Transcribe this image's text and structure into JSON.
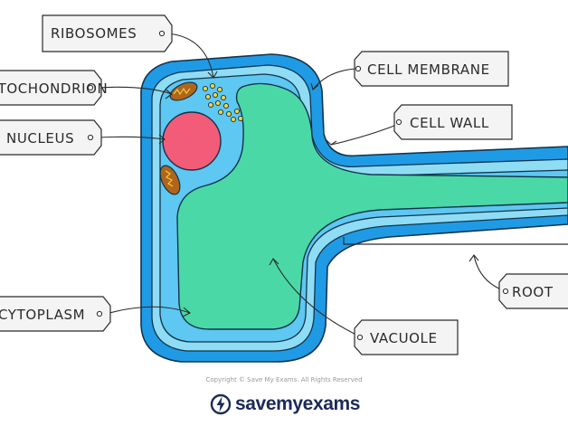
{
  "diagram": {
    "labels": {
      "ribosomes": "RIBOSOMES",
      "mitochondrion": "MITOCHONDRION",
      "nucleus": "NUCLEUS",
      "cytoplasm": "CYTOPLASM",
      "cell_membrane": "CELL MEMBRANE",
      "cell_wall": "CELL WALL",
      "vacuole": "VACUOLE",
      "root": "ROOT"
    }
  },
  "footer": {
    "copyright": "Copyright © Save My Exams. All Rights Reserved",
    "brand": "savemyexams"
  },
  "colors": {
    "cell_wall": "#1f9be6",
    "membrane_layer": "#8fdcf5",
    "cytoplasm": "#5ec7f2",
    "vacuole": "#4ad9a6",
    "nucleus": "#f25c78",
    "mitochondrion": "#b0651c",
    "ribosome": "#f5d33a",
    "label_fill": "#f4f4f4",
    "text": "#2b2b2b"
  }
}
